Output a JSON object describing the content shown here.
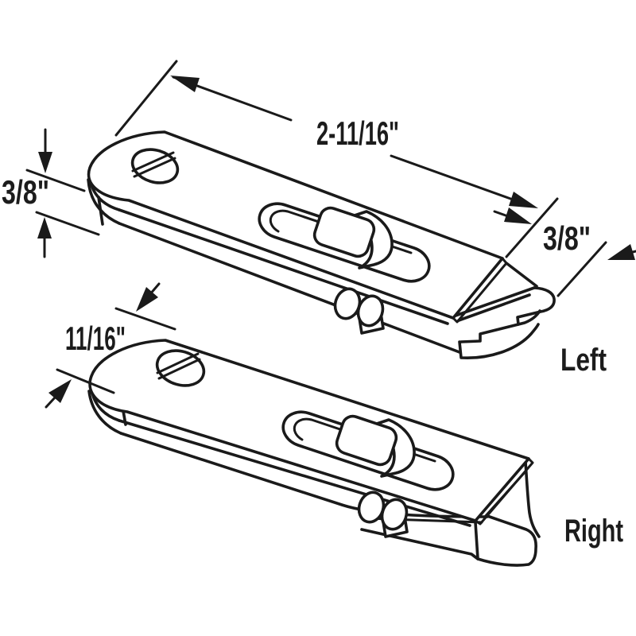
{
  "diagram": {
    "title_semantic": "window tilt latch pair technical drawing",
    "background_color": "#ffffff",
    "ink_color": "#1a1a1a",
    "dimensions": {
      "length": "2-11/16\"",
      "height": "3/8\"",
      "tip_depth": "3/8\"",
      "width": "11/16\""
    },
    "variants": {
      "left": "Left",
      "right": "Right"
    }
  }
}
